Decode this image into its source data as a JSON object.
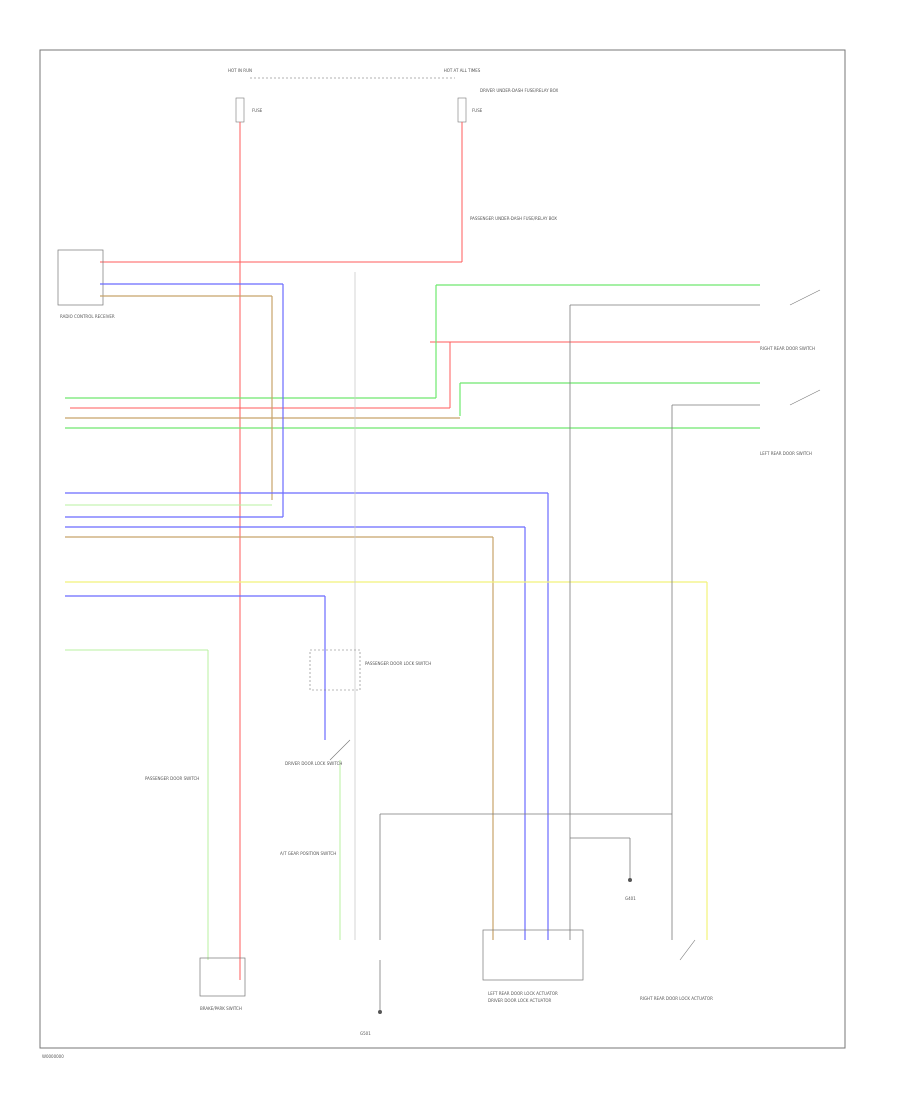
{
  "figure_code": "W0000000",
  "hot_labels": [
    "HOT IN RUN",
    "HOT AT ALL TIMES"
  ],
  "fuse_labels": [
    "FUSE",
    "FUSE"
  ],
  "component_labels": [
    "DRIVER UNDER-DASH FUSE/RELAY BOX",
    "PASSENGER UNDER-DASH FUSE/RELAY BOX",
    "RADIO CONTROL RECEIVER",
    "RIGHT REAR DOOR SWITCH",
    "LEFT REAR DOOR SWITCH",
    "PASSENGER DOOR LOCK SWITCH",
    "DRIVER DOOR LOCK SWITCH",
    "PASSENGER DOOR SWITCH",
    "A/T GEAR POSITION SWITCH",
    "BRAKE/PARK SWITCH",
    "LEFT REAR DOOR LOCK ACTUATOR",
    "DRIVER DOOR LOCK ACTUATOR",
    "RIGHT REAR DOOR LOCK ACTUATOR"
  ],
  "ground_labels": [
    "G401",
    "G501"
  ],
  "wire_colors": {
    "red": "#ff5b5b",
    "green": "#6fe86f",
    "orange": "#c8a46a",
    "blue": "#6b6bff",
    "yellow": "#f2f27a",
    "black": "#7a7a7a",
    "lightgreen": "#b8f0a0"
  }
}
